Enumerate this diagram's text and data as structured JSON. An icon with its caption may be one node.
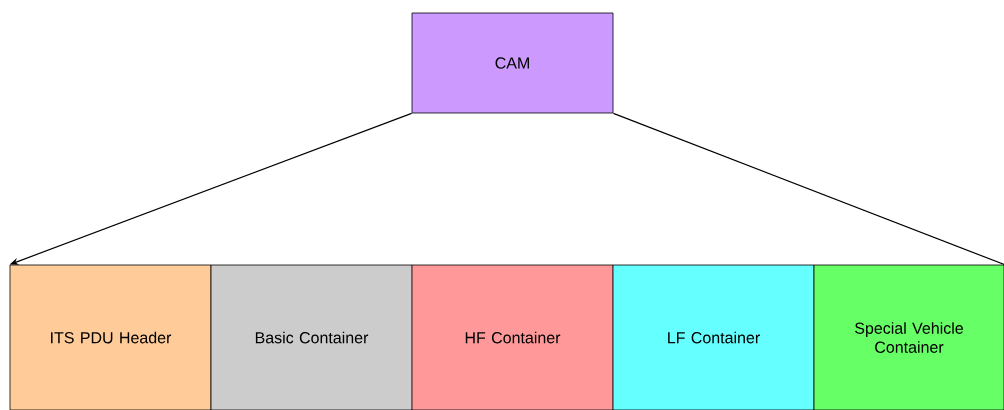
{
  "diagram": {
    "nodes": [
      {
        "text": [
          "CAM"
        ]
      },
      {
        "text": [
          "ITS PDU Header"
        ]
      },
      {
        "text": [
          "Basic Container"
        ]
      },
      {
        "text": [
          "HF Container"
        ]
      },
      {
        "text": [
          "LF Container"
        ]
      },
      {
        "text": [
          "Special Vehicle Container"
        ]
      }
    ],
    "edges": [
      {
        "from": 0,
        "to": 1,
        "arrow": "to"
      },
      {
        "from": 0,
        "to": 5,
        "arrow": "none"
      }
    ]
  }
}
